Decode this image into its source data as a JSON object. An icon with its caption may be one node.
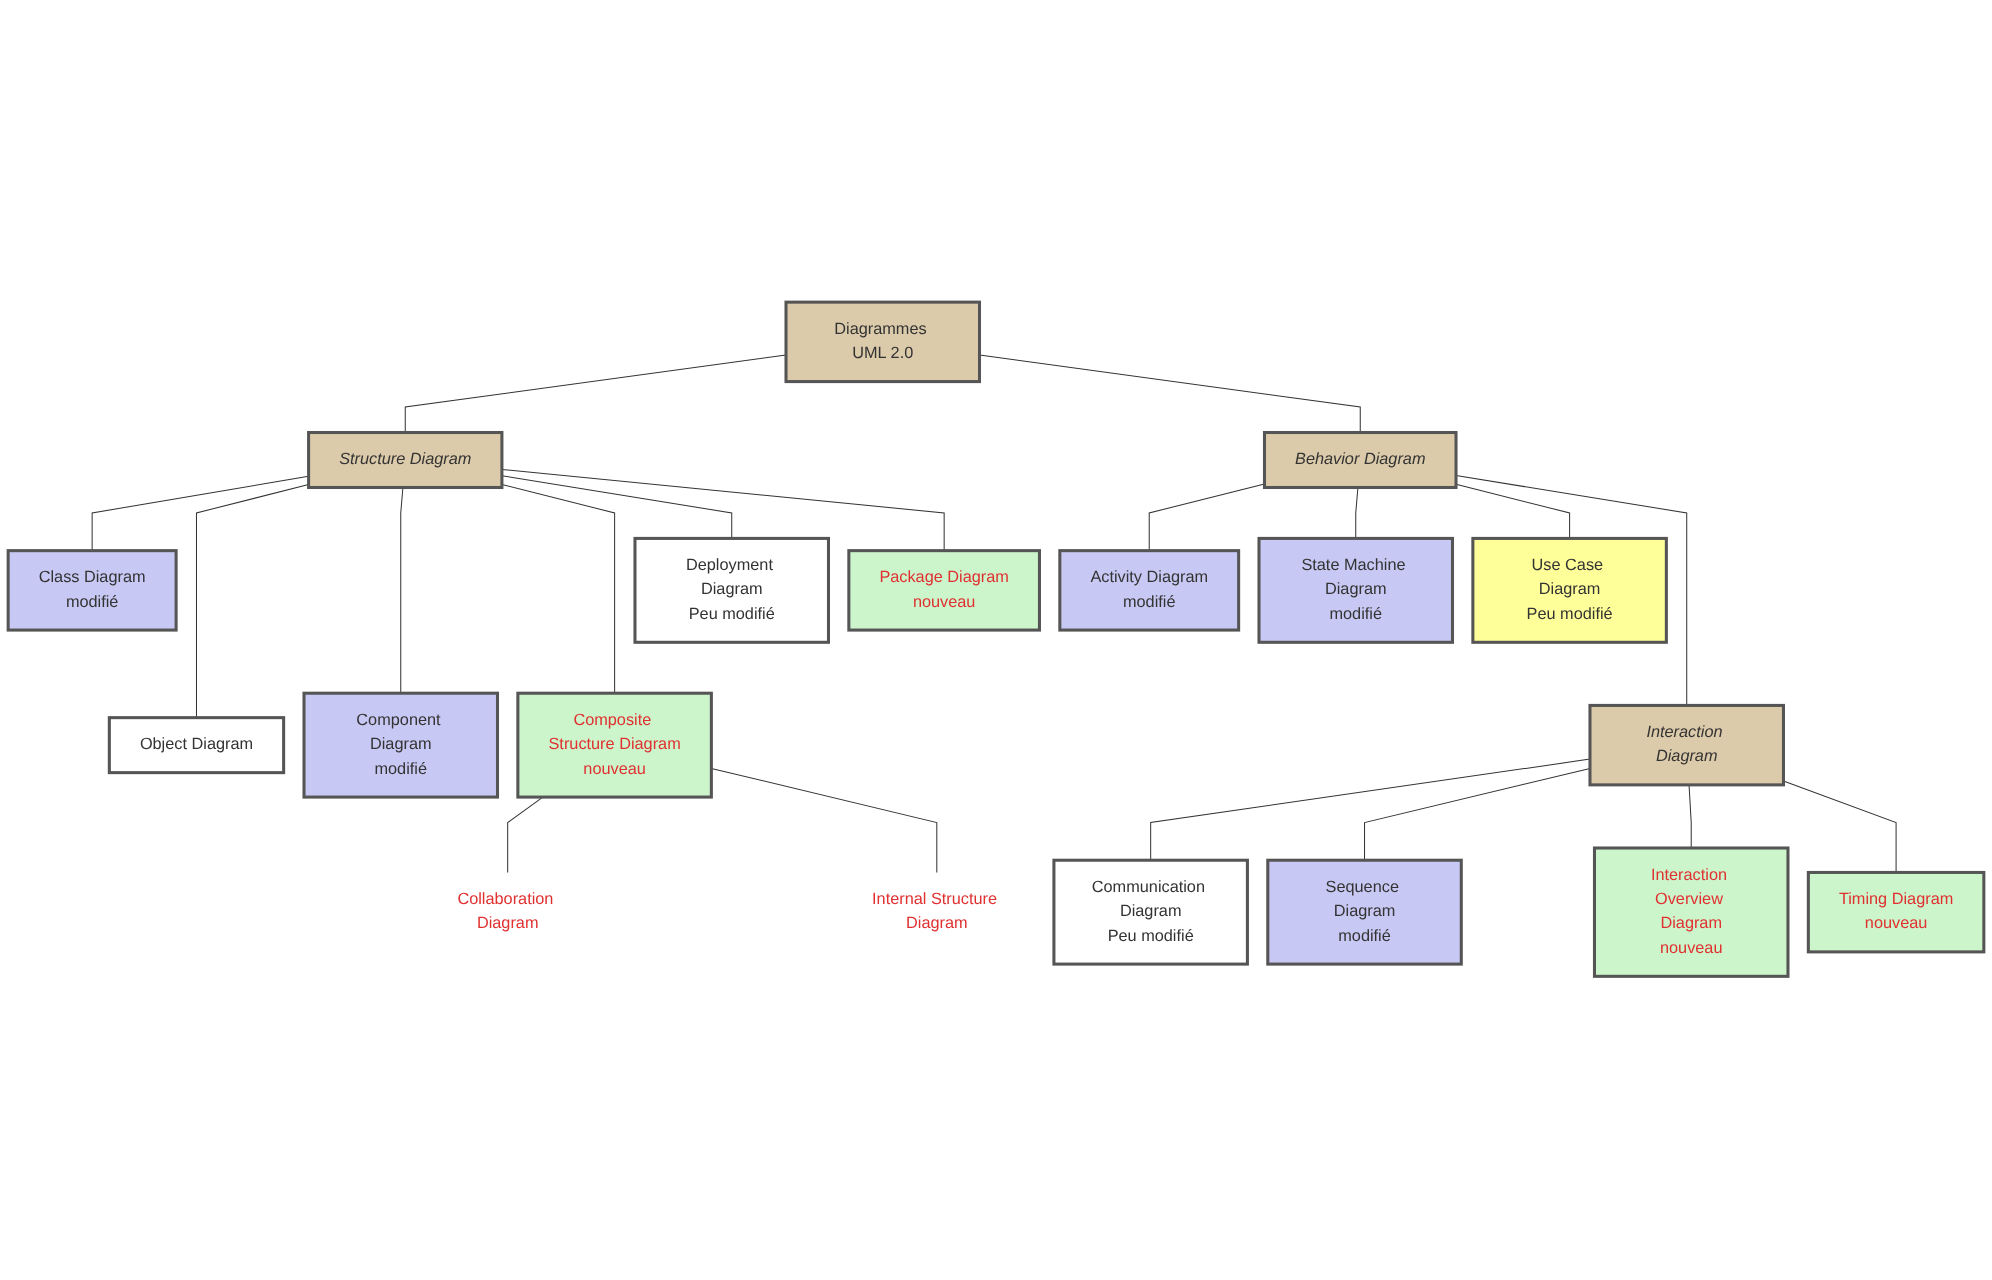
{
  "diagram": {
    "nodes": [
      {
        "text": [
          "Diagrammes UML 2.0"
        ]
      },
      {
        "text": [
          "Structure Diagram"
        ]
      },
      {
        "text": [
          "Behavior Diagram"
        ]
      },
      {
        "text": [
          "Class Diagram",
          "modifié"
        ]
      },
      {
        "text": [
          "Object Diagram"
        ]
      },
      {
        "text": [
          "Component Diagram",
          "modifié"
        ]
      },
      {
        "text": [
          "Composite Structure Diagram",
          "nouveau"
        ]
      },
      {
        "text": [
          "Deployment Diagram",
          "Peu modifié"
        ]
      },
      {
        "text": [
          "Package Diagram",
          "nouveau"
        ]
      },
      {
        "text": [
          "Collaboration Diagram"
        ]
      },
      {
        "text": [
          "Internal Structure Diagram"
        ]
      },
      {
        "text": [
          "Activity Diagram",
          "modifié"
        ]
      },
      {
        "text": [
          "State Machine Diagram",
          "modifié"
        ]
      },
      {
        "text": [
          "Use Case Diagram",
          "Peu modifié"
        ]
      },
      {
        "text": [
          "Interaction Diagram"
        ]
      },
      {
        "text": [
          "Communication Diagram",
          "Peu modifié"
        ]
      },
      {
        "text": [
          "Sequence Diagram",
          "modifié"
        ]
      },
      {
        "text": [
          "Interaction Overview Diagram",
          "nouveau"
        ]
      },
      {
        "text": [
          "Timing Diagram",
          "nouveau"
        ]
      }
    ],
    "edges": [
      {
        "from": 0,
        "to": 1,
        "arrow": "none"
      },
      {
        "from": 0,
        "to": 2,
        "arrow": "none"
      },
      {
        "from": 1,
        "to": 3,
        "arrow": "none"
      },
      {
        "from": 1,
        "to": 4,
        "arrow": "none"
      },
      {
        "from": 1,
        "to": 5,
        "arrow": "none"
      },
      {
        "from": 1,
        "to": 6,
        "arrow": "none"
      },
      {
        "from": 1,
        "to": 7,
        "arrow": "none"
      },
      {
        "from": 1,
        "to": 8,
        "arrow": "none"
      },
      {
        "from": 6,
        "to": 9,
        "arrow": "none"
      },
      {
        "from": 6,
        "to": 10,
        "arrow": "none"
      },
      {
        "from": 2,
        "to": 11,
        "arrow": "none"
      },
      {
        "from": 2,
        "to": 12,
        "arrow": "none"
      },
      {
        "from": 2,
        "to": 13,
        "arrow": "none"
      },
      {
        "from": 2,
        "to": 14,
        "arrow": "none"
      },
      {
        "from": 14,
        "to": 15,
        "arrow": "none"
      },
      {
        "from": 14,
        "to": 16,
        "arrow": "none"
      },
      {
        "from": 14,
        "to": 17,
        "arrow": "none"
      },
      {
        "from": 14,
        "to": 18,
        "arrow": "none"
      }
    ]
  }
}
